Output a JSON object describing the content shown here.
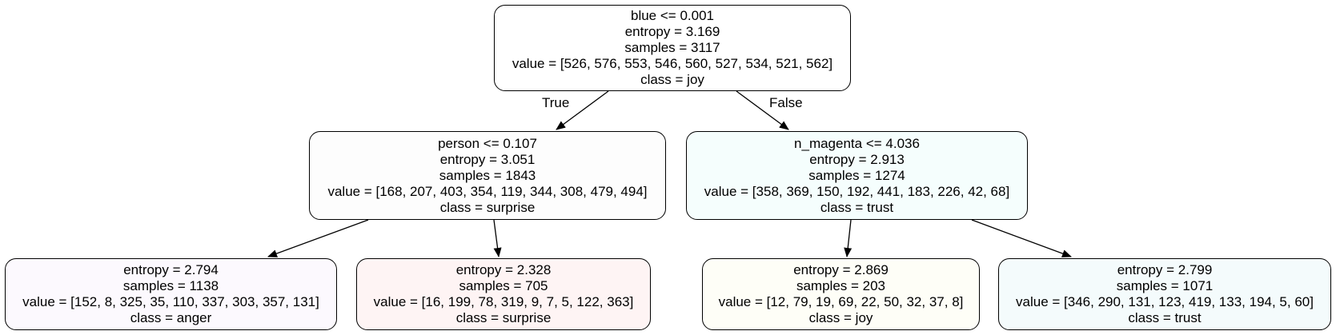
{
  "tree": {
    "nodes": [
      {
        "id": "root",
        "lines": [
          "blue <= 0.001",
          "entropy = 3.169",
          "samples = 3117",
          "value = [526, 576, 553, 546, 560, 527, 534, 521, 562]",
          "class = joy"
        ],
        "fill": "#ffffff"
      },
      {
        "id": "left",
        "lines": [
          "person <= 0.107",
          "entropy = 3.051",
          "samples = 1843",
          "value = [168, 207, 403, 354, 119, 344, 308, 479, 494]",
          "class = surprise"
        ],
        "fill": "#fdfdfd"
      },
      {
        "id": "right",
        "lines": [
          "n_magenta <= 4.036",
          "entropy = 2.913",
          "samples = 1274",
          "value = [358, 369, 150, 192, 441, 183, 226, 42, 68]",
          "class = trust"
        ],
        "fill": "#f5fefd"
      },
      {
        "id": "left-left",
        "lines": [
          "entropy = 2.794",
          "samples = 1138",
          "value = [152, 8, 325, 35, 110, 337, 303, 357, 131]",
          "class = anger"
        ],
        "fill": "#fcf9fe"
      },
      {
        "id": "left-right",
        "lines": [
          "entropy = 2.328",
          "samples = 705",
          "value = [16, 199, 78, 319, 9, 7, 5, 122, 363]",
          "class = surprise"
        ],
        "fill": "#fef4f4"
      },
      {
        "id": "right-left",
        "lines": [
          "entropy = 2.869",
          "samples = 203",
          "value = [12, 79, 19, 69, 22, 50, 32, 37, 8]",
          "class = joy"
        ],
        "fill": "#fefef7"
      },
      {
        "id": "right-right",
        "lines": [
          "entropy = 2.799",
          "samples = 1071",
          "value = [346, 290, 131, 123, 419, 133, 194, 5, 60]",
          "class = trust"
        ],
        "fill": "#f4fbfc"
      }
    ],
    "edge_labels": {
      "true": "True",
      "false": "False"
    }
  }
}
